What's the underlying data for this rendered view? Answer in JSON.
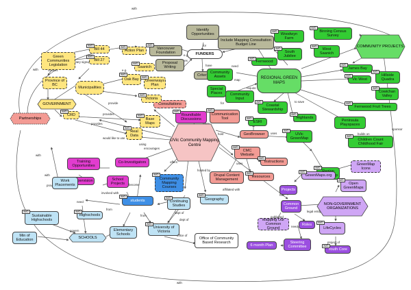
{
  "palette": {
    "green": "#33cc33",
    "green_light": "#66dd66",
    "yellow": "#ffe680",
    "salmon": "#f39b94",
    "pink_light": "#f6c4c4",
    "magenta": "#e23ccf",
    "purple": "#9b4fe0",
    "purple_light": "#cfa6f5",
    "blue": "#3e8fe6",
    "lightblue": "#bfe3f5",
    "olive": "#b8b89a",
    "edge": "#555555"
  },
  "nodes": {
    "identify_opportunities": "Identify Opportunities",
    "include_mapping_budget": "Include Mapping Consultation Budget Line",
    "funders": "FUNDERS",
    "vancouver_foundation": "Vancouver Foundation",
    "proposal_writing": "Proposal Writing",
    "criteria": "Criteria",
    "community_assets": "Community Assets",
    "special_places": "Special Places",
    "community_input": "Community Input",
    "regional_green_maps": "REGIONAL GREEN MAPS",
    "community_projects": "COMMUNITY PROJECTS",
    "binning_census": "Binning Census Survey",
    "woodwyn_farm": "Woodwyn Farm",
    "south_jubilee": "South Jubilee",
    "west_saanich": "West Saanich",
    "fernwood": "Fernwood",
    "james_bay": "James Bay",
    "hillside_quadra": "Hillside Quadra",
    "vic_west": "Vic West",
    "cowichan_valley": "Cowichan Valley",
    "fernwood_fruit_trees": "Fernwood Fruit Trees",
    "peninsula_playspaces": "Peninsula Playspaces",
    "children_count": "Children Count Childhood Fair",
    "coastal_stewardship": "Coastal Stewardship",
    "highlands": "Highlands",
    "uvic_greenmap": "UVic GreenMap",
    "region_green_map": "Region Green Map",
    "greenmap_icons": "GreenMap Icons",
    "greenmaps_org": "GreenMaps.org",
    "open_greenmaps": "Open GreenMaps",
    "communication_tool": "Communication Tool",
    "esri": "ESRI",
    "geobrowser": "GeoBrowser",
    "cmc_website": "CMC Website",
    "instructions": "Instructions",
    "resources": "Resources",
    "drupal": "Drupal Content Management",
    "consultations": "Consultations",
    "roundtable_discussions": "Roundtable Discussions",
    "uvic_cmc": "UVic Community Mapping Centre",
    "bill44": "Bill 44",
    "bill27": "Bill 27",
    "action_plan": "Action Plan",
    "green_communities": "Green Communities Legislation",
    "saanich": "Saanich",
    "oak_bay": "Oak Bay",
    "victoria": "Victoria",
    "greenways_plan": "Greenways Plan",
    "province_bc": "Province of BC",
    "municipalities": "Municipalities",
    "government": "GOVERNMENT",
    "crd": "CRD",
    "base_maps": "Base Maps",
    "real_data": "Real Data",
    "partnerships": "Partnerships",
    "training_opportunities": "Training Opportunities",
    "co_investigators": "Co-Investigators",
    "supervision": "Supervision",
    "school_projects": "School Projects",
    "community_mapping_courses": "Community Mapping Courses",
    "work_placements": "Work Placements",
    "students": "students",
    "continuing_studies": "Continuing Studies",
    "geography": "Geography",
    "sustainable_highschools": "Sustainable Highschools",
    "highschools": "Highschools",
    "elementary_schools": "Elementary Schools",
    "min_education": "Min of Education",
    "schools": "SCHOOLS",
    "university_victoria": "University of Victoria",
    "office_cbr": "Office of Community Based Research",
    "projects": "Projects",
    "common_ground": "Common Ground",
    "ngo": "NON-GOVERNMENT ORGANIZATIONS",
    "mapping_our_common_ground": "Mapping Our Common Ground",
    "roles": "Roles",
    "lifecycles": "LifeCycles",
    "six_month_plan": "6 month Plan",
    "steering_committee": "Steering Committee",
    "youth_core": "Youth Core"
  },
  "tag_text": "web",
  "edge_labels": {
    "with_top": "with",
    "with_bottom": "with",
    "with_left": "with",
    "for1": "for",
    "for2": "for",
    "requires": "requires",
    "have": "have",
    "eg_funders": "e.g.",
    "need": "need",
    "to_collect": "to collect",
    "map": "map",
    "eg_cp": "e.g.",
    "require": "require",
    "for3": "for",
    "is_a": "is a",
    "uses": "uses",
    "hosts": "hosts",
    "host": "host",
    "provides": "provides",
    "provide": "provide",
    "creates": "creates",
    "voluntary_signup": "voluntary signup",
    "eg_gov": "e.g.",
    "would_like_to_use": "would like to use",
    "encourages": "encourages",
    "using": "using",
    "offers": "offers",
    "offers2": "offers",
    "become": "become",
    "involved_with": "involved with",
    "from": "from",
    "hosted_by": "hosted by",
    "dept_of": "dept of",
    "dept_of2": "dept of",
    "office_of": "office of",
    "affiliated_with": "affiliated with",
    "affiliated_with2": "affiliated with",
    "need2": "need",
    "has": "has",
    "published": "published",
    "legal_entity": "legal entity",
    "need_roles": "need",
    "project_of": "project of",
    "sponsor": "sponsor",
    "builds_on": "builds on",
    "uses2": "uses",
    "eg": "e.g.",
    "govern": "govern",
    "with_pp": "with",
    "to_save": "to save"
  }
}
